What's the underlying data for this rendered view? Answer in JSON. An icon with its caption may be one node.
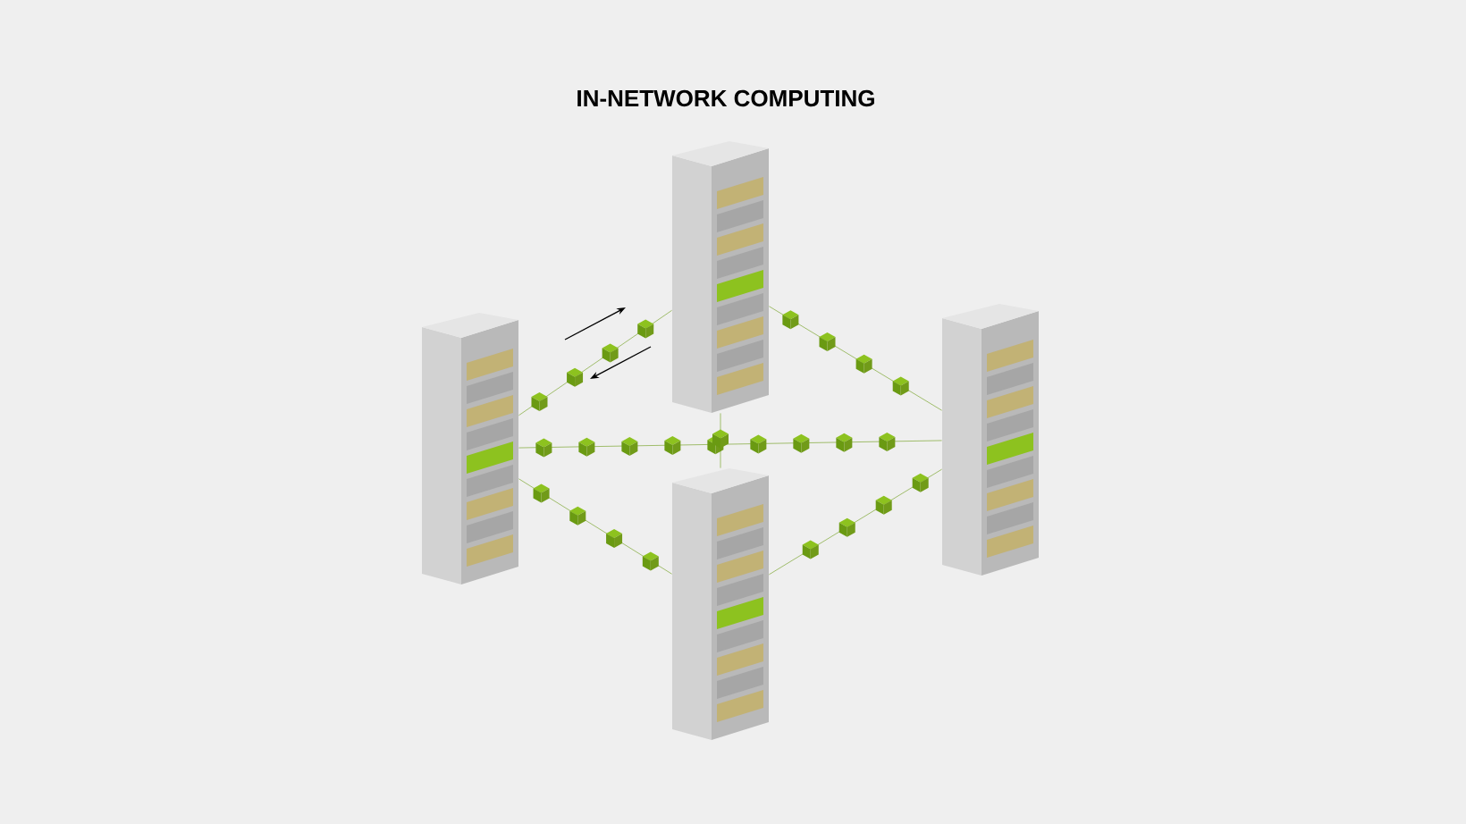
{
  "diagram": {
    "title": "IN-NETWORK COMPUTING",
    "nodes": [
      {
        "text": [],
        "shape": "picture"
      },
      {
        "text": [],
        "shape": "picture"
      },
      {
        "text": [],
        "shape": "picture"
      },
      {
        "text": [],
        "shape": "picture"
      }
    ],
    "edges": [
      {
        "from": 0,
        "to": 1,
        "arrow": "none"
      },
      {
        "from": 1,
        "to": 2,
        "arrow": "none"
      },
      {
        "from": 2,
        "to": 3,
        "arrow": "none"
      },
      {
        "from": 3,
        "to": 0,
        "arrow": "none"
      },
      {
        "from": 0,
        "to": 2,
        "arrow": "none"
      },
      {
        "from": 1,
        "to": 3,
        "arrow": "none"
      }
    ]
  }
}
